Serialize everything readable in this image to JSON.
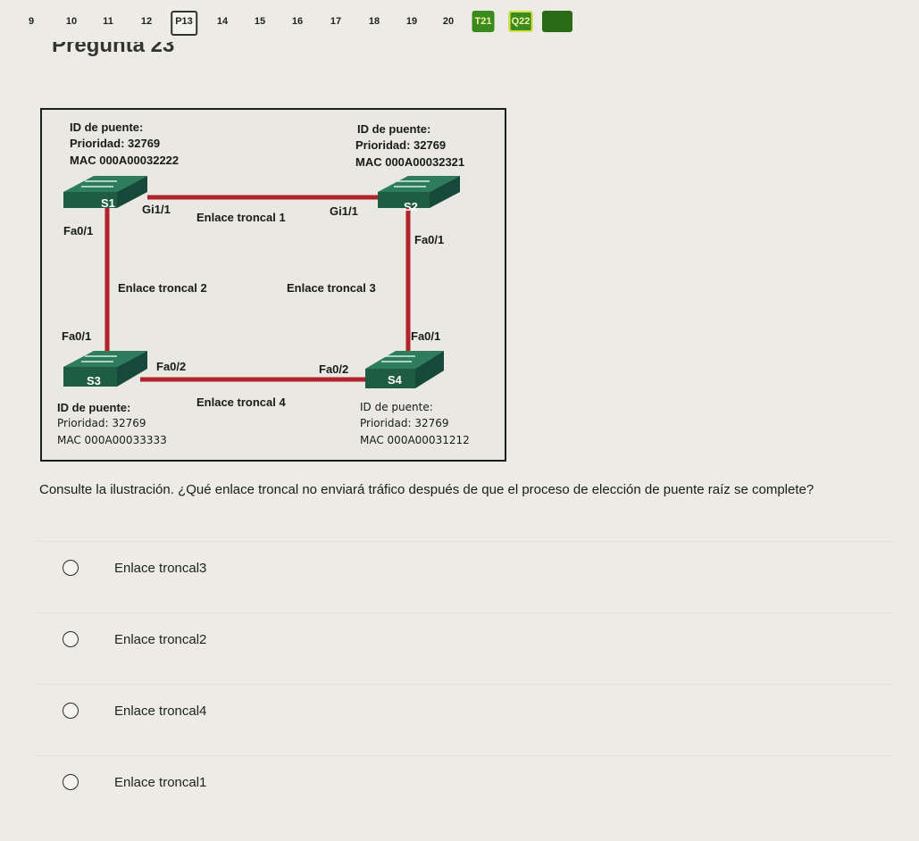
{
  "nav": {
    "items": [
      {
        "label": "9",
        "state": "normal"
      },
      {
        "label": "10",
        "state": "normal"
      },
      {
        "label": "11",
        "state": "normal"
      },
      {
        "label": "12",
        "state": "normal"
      },
      {
        "label": "P13",
        "state": "current"
      },
      {
        "label": "14",
        "state": "normal"
      },
      {
        "label": "15",
        "state": "normal"
      },
      {
        "label": "16",
        "state": "normal"
      },
      {
        "label": "17",
        "state": "normal"
      },
      {
        "label": "18",
        "state": "normal"
      },
      {
        "label": "19",
        "state": "normal"
      },
      {
        "label": "20",
        "state": "normal"
      },
      {
        "label": "T21",
        "state": "answered"
      },
      {
        "label": "Q22",
        "state": "flagged"
      },
      {
        "label": "",
        "state": "dark"
      }
    ]
  },
  "question": {
    "title": "Pregunta 23",
    "text": "Consulte la ilustración. ¿Qué enlace troncal no enviará tráfico después de que el proceso de elección de puente raíz se complete?"
  },
  "exhibit": {
    "switches": {
      "s1": {
        "name": "S1",
        "id_label": "ID de puente:",
        "priority": "Prioridad: 32769",
        "mac": "MAC 000A00032222"
      },
      "s2": {
        "name": "S2",
        "id_label": "ID de puente:",
        "priority": "Prioridad: 32769",
        "mac": "MAC 000A00032321"
      },
      "s3": {
        "name": "S3",
        "id_label": "ID de puente:",
        "priority": "Prioridad: 32769",
        "mac": "MAC 000A00033333"
      },
      "s4": {
        "name": "S4",
        "id_label": "ID de puente:",
        "priority": "Prioridad: 32769",
        "mac": "MAC 000A00031212"
      }
    },
    "ports": {
      "s1_gi": "Gi1/1",
      "s2_gi": "Gi1/1",
      "s1_fa01": "Fa0/1",
      "s2_fa01": "Fa0/1",
      "s3_fa01": "Fa0/1",
      "s4_fa01": "Fa0/1",
      "s3_fa02": "Fa0/2",
      "s4_fa02": "Fa0/2"
    },
    "links": {
      "trunk1": "Enlace troncal 1",
      "trunk2": "Enlace troncal 2",
      "trunk3": "Enlace troncal 3",
      "trunk4": "Enlace troncal 4"
    },
    "colors": {
      "link": "#b1232b",
      "switch_top": "#2c7c5d",
      "switch_front": "#1f5c44"
    }
  },
  "options": [
    {
      "label": "Enlace troncal3"
    },
    {
      "label": "Enlace troncal2"
    },
    {
      "label": "Enlace troncal4"
    },
    {
      "label": "Enlace troncal1"
    }
  ]
}
